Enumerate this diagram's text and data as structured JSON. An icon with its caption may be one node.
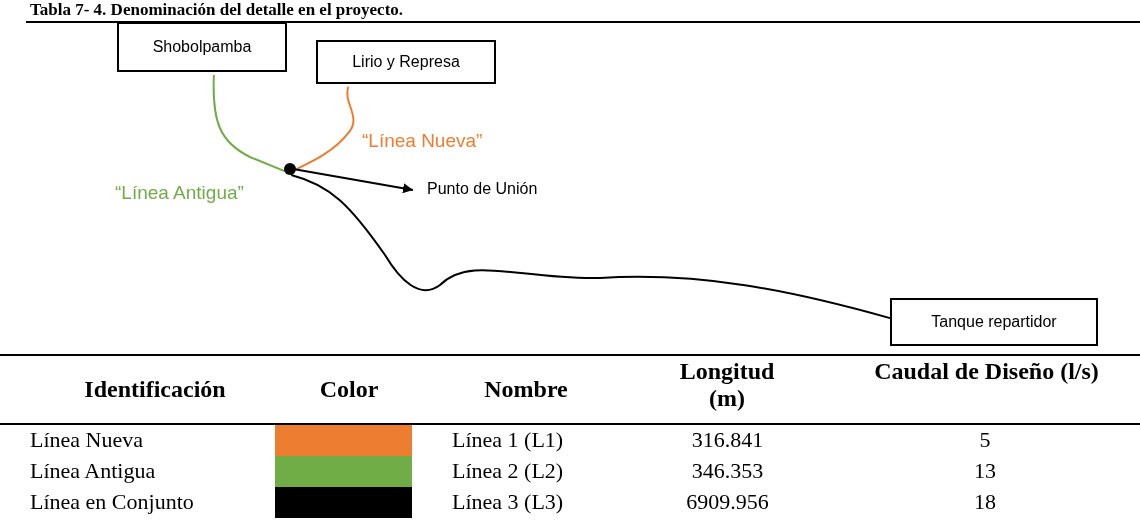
{
  "diagram": {
    "title": "Tabla 7- 4. Denominación del detalle en el proyecto.",
    "nodes": [
      {
        "text": [
          "Shobolpamba"
        ]
      },
      {
        "text": [
          "Lirio y Represa"
        ]
      },
      {
        "text": [],
        "shape": "circle"
      },
      {
        "text": [
          "Punto de Unión"
        ]
      },
      {
        "text": [
          "Tanque repartidor"
        ]
      }
    ],
    "edges": [
      {
        "from": 0,
        "to": 2,
        "arrow": "none",
        "label": "“Línea Antigua”",
        "color": "#70ad47"
      },
      {
        "from": 1,
        "to": 2,
        "arrow": "none",
        "label": "“Línea Nueva”",
        "color": "#ed7d31"
      },
      {
        "from": 2,
        "to": 3,
        "arrow": "to"
      },
      {
        "from": 2,
        "to": 4,
        "arrow": "none"
      }
    ],
    "labels": [
      "Identificación",
      "Color",
      "Nombre",
      "Longitud (m)",
      "Caudal de Diseño (l/s)",
      "Línea 1 (L1)",
      "316.841",
      "5",
      "Línea 2 (L2)",
      "346.353",
      "13",
      "Línea 3 (L3)",
      "6909.956",
      "18"
    ],
    "legend": [
      {
        "text": "Línea Nueva",
        "color": "#ed7d31"
      },
      {
        "text": "Línea Antigua",
        "color": "#70ad47"
      },
      {
        "text": "Línea en Conjunto",
        "color": "#000000"
      }
    ]
  }
}
